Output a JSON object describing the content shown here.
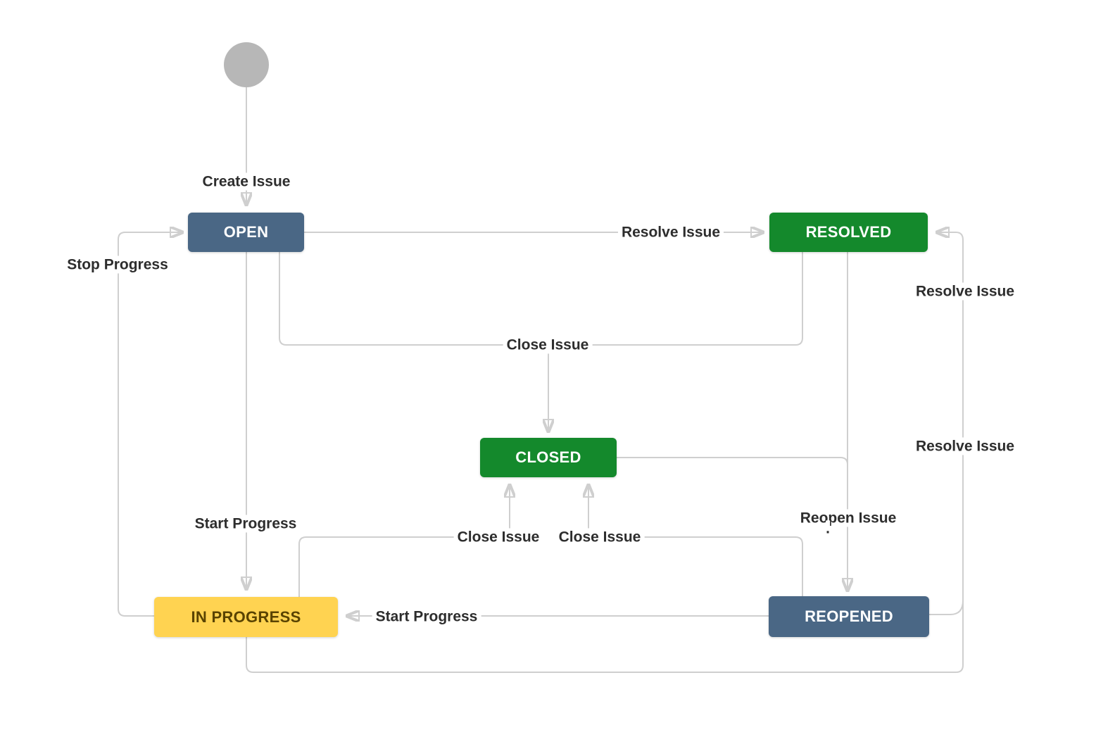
{
  "diagram": {
    "type": "workflow-state-diagram",
    "nodes": {
      "start": {
        "shape": "circle",
        "color": "#b7b7b7"
      },
      "open": {
        "label": "OPEN",
        "color": "#4a6785",
        "text_color": "#ffffff"
      },
      "resolved": {
        "label": "RESOLVED",
        "color": "#14892c",
        "text_color": "#ffffff"
      },
      "closed": {
        "label": "CLOSED",
        "color": "#14892c",
        "text_color": "#ffffff"
      },
      "in_progress": {
        "label": "IN PROGRESS",
        "color": "#ffd351",
        "text_color": "#594300"
      },
      "reopened": {
        "label": "REOPENED",
        "color": "#4a6785",
        "text_color": "#ffffff"
      }
    },
    "transitions": {
      "create_issue": "Create Issue",
      "resolve_issue_top": "Resolve Issue",
      "stop_progress": "Stop Progress",
      "close_issue_mid": "Close Issue",
      "start_progress_left": "Start Progress",
      "close_issue_left": "Close Issue",
      "close_issue_right": "Close Issue",
      "reopen_issue": "Reopen Issue",
      "reopen_issue_dot": ".",
      "start_progress_mid": "Start Progress",
      "resolve_issue_right_upper": "Resolve Issue",
      "resolve_issue_right_lower": "Resolve Issue"
    },
    "colors": {
      "background": "#ffffff",
      "edge_line": "#cfcfcf",
      "arrowhead": "#b9b9b9",
      "label_text": "#2d2d2d"
    }
  }
}
